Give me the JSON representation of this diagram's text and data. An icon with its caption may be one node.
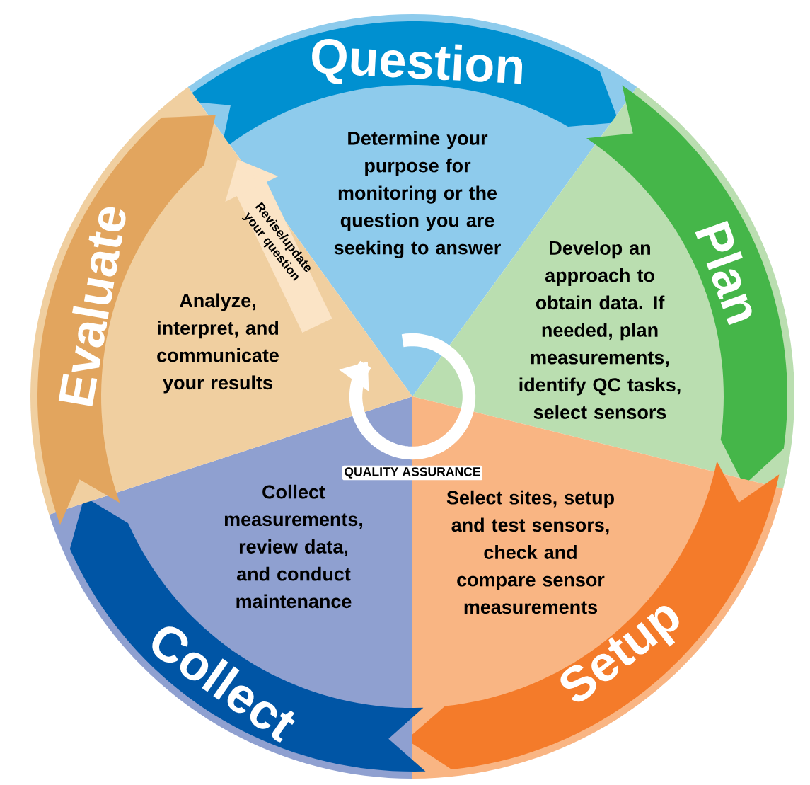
{
  "diagram": {
    "nodes": [
      {
        "text": [
          "Question",
          "Determine your purpose for monitoring or the question you are seeking to answer"
        ]
      },
      {
        "text": [
          "Plan",
          "Develop an approach to obtain data. If needed, plan measurements, identify QC tasks, select sensors"
        ]
      },
      {
        "text": [
          "Setup",
          "Select sites, setup and test sensors, check and compare sensor measurements"
        ]
      },
      {
        "text": [
          "Collect",
          "Collect measurements, review data, and conduct maintenance"
        ]
      },
      {
        "text": [
          "Evaluate",
          "Analyze, interpret, and communicate your results"
        ]
      },
      {
        "text": [
          "QUALITY ASSURANCE"
        ]
      }
    ],
    "edges": [
      {
        "from": 4,
        "to": 0,
        "arrow": "to",
        "label": "Revise/update your question"
      }
    ]
  }
}
